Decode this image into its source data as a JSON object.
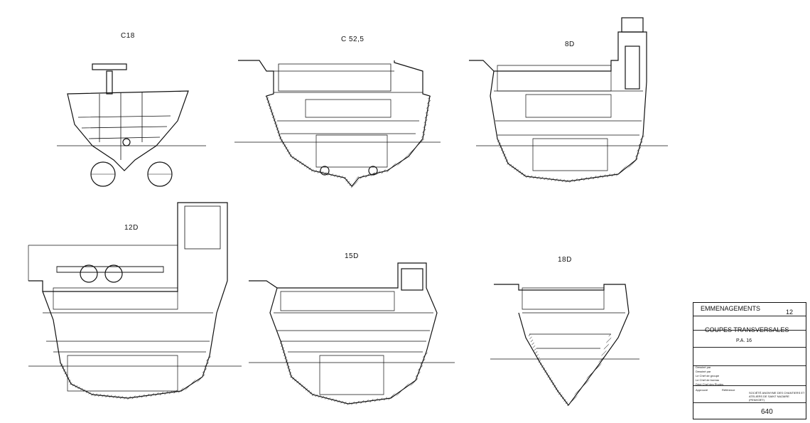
{
  "sections": [
    {
      "label": "C18"
    },
    {
      "label": "C 52,5"
    },
    {
      "label": "8D"
    },
    {
      "label": "12D"
    },
    {
      "label": "15D"
    },
    {
      "label": "18D"
    }
  ],
  "title_block": {
    "heading": "EMMENAGEMENTS",
    "heading_suffix": "12",
    "subheading": "COUPES TRANSVERSALES",
    "reference": "P.A. 16",
    "sign_rows": [
      "Dessiné par",
      "Dessiné par",
      "Le Chef de groupe",
      "Le Chef de bureau",
      "Dépt Chef des Études"
    ],
    "approval": [
      "Approuvé",
      "Référence"
    ],
    "company": "SOCIÉTÉ ANONYME DES CHANTIERS ET ATELIERS DE SAINT NAZAIRE (PENHOËT)",
    "drawing_number": "640"
  }
}
